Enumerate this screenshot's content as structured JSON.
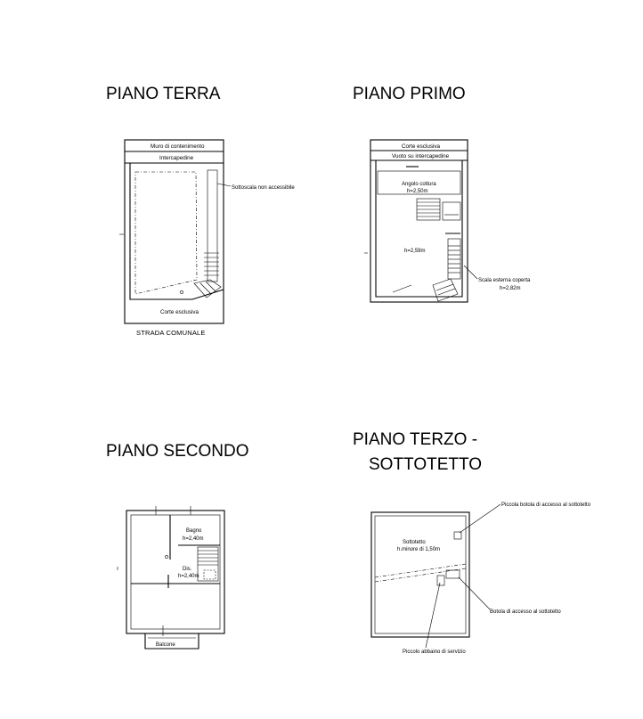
{
  "floors": {
    "ground": {
      "title": "PIANO TERRA",
      "labels": {
        "wall": "Muro di contenimento",
        "gap": "Intercapedine",
        "under_stairs": "Sottoscala non accessibile",
        "court": "Corte esclusiva",
        "road": "STRADA COMUNALE"
      }
    },
    "first": {
      "title": "PIANO PRIMO",
      "labels": {
        "court": "Corte esclusiva",
        "void": "Vuoto su intercapedine",
        "kitchen": "Angolo cottura",
        "kitchen_h": "h=2,50m",
        "room_h": "h=2,59m",
        "ext_stairs": "Scala esterna coperta",
        "ext_stairs_h": "h=2,82m"
      }
    },
    "second": {
      "title": "PIANO SECONDO",
      "labels": {
        "bath": "Bagno",
        "bath_h": "h=2,40m",
        "dis": "Dis.",
        "dis_h": "h=2,40m",
        "balcony": "Balcone"
      }
    },
    "third": {
      "title_line1": "PIANO TERZO -",
      "title_line2": "SOTTOTETTO",
      "labels": {
        "hatch_small": "Piccola botola di accesso al sottotetto",
        "attic": "Sottotetto",
        "attic_h": "h.minore di 1,50m",
        "hatch": "Botola di accesso al sottotetto",
        "dormer": "Piccolo abbaino di servizio"
      }
    }
  }
}
